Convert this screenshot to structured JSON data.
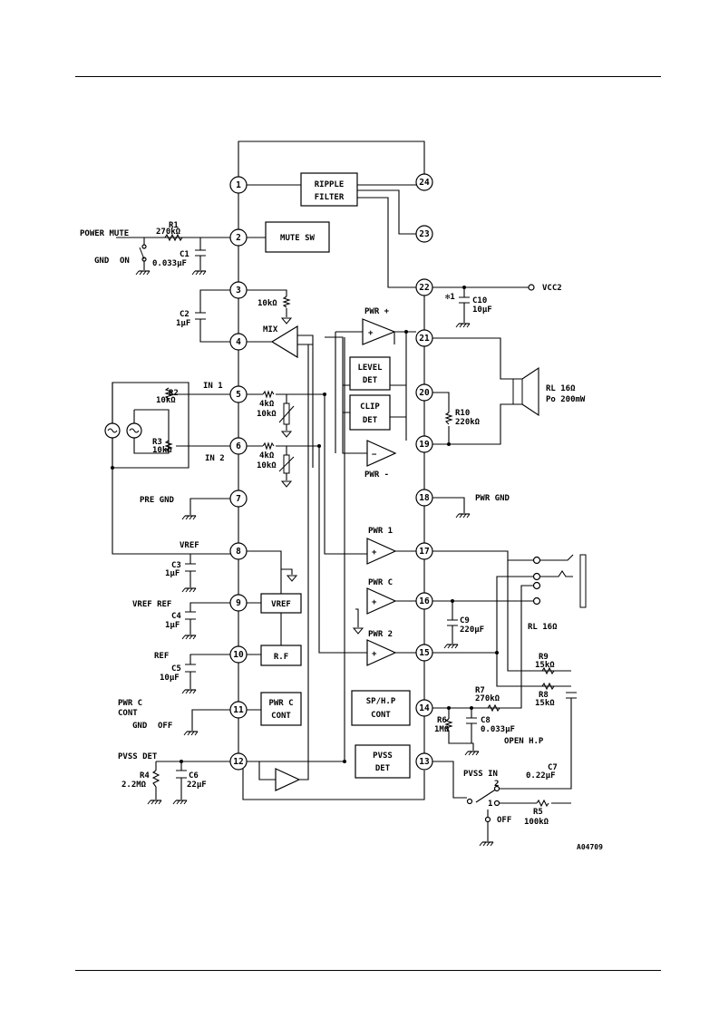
{
  "diagram": {
    "pins": [
      "1",
      "2",
      "3",
      "4",
      "5",
      "6",
      "7",
      "8",
      "9",
      "10",
      "11",
      "12",
      "13",
      "14",
      "15",
      "16",
      "17",
      "18",
      "19",
      "20",
      "21",
      "22",
      "23",
      "24"
    ],
    "blocks": {
      "ripple_filter": [
        "RIPPLE",
        "FILTER"
      ],
      "mute_sw": "MUTE SW",
      "level_det": [
        "LEVEL",
        "DET"
      ],
      "clip_det": [
        "CLIP",
        "DET"
      ],
      "vref": "VREF",
      "rf": "R.F",
      "pwr_c_cont": [
        "PWR C",
        "CONT"
      ],
      "sp_hp_cont": [
        "SP/H.P",
        "CONT"
      ],
      "pvss_det": [
        "PVSS",
        "DET"
      ]
    },
    "amp_labels": {
      "pwr_plus": "PWR +",
      "pwr_minus": "PWR -",
      "mix": "MIX",
      "pwr1": "PWR 1",
      "pwrc": "PWR C",
      "pwr2": "PWR 2"
    },
    "labels": {
      "power_mute": "POWER MUTE",
      "gnd": "GND",
      "on": "ON",
      "vcc2": "VCC2",
      "mark_x1": "✻1",
      "in1": "IN 1",
      "in2": "IN 2",
      "rl_top": "RL 16Ω",
      "po": "Po 200mW",
      "pre_gnd": "PRE GND",
      "pwr_gnd": "PWR GND",
      "vref_pin": "VREF",
      "vref_ref": "VREF REF",
      "ref": "REF",
      "pwr_c_cont_1": "PWR C",
      "pwr_c_cont_2": "CONT",
      "gnd_off_1": "GND",
      "gnd_off_2": "OFF",
      "rl_bottom": "RL 16Ω",
      "open_hp": "OPEN H.P",
      "pvss_det": "PVSS DET",
      "pvss_in": "PVSS IN",
      "sw_2": "2",
      "sw_1": "1",
      "off": "OFF",
      "figure_code": "A04709"
    },
    "components": {
      "r1": [
        "R1",
        "270kΩ"
      ],
      "c1": [
        "C1",
        "0.033μF"
      ],
      "c2": [
        "C2",
        "1μF"
      ],
      "r_3": "10kΩ",
      "r2": [
        "R2",
        "10kΩ"
      ],
      "r3": [
        "R3",
        "10kΩ"
      ],
      "r_in1": [
        "4kΩ",
        "10kΩ"
      ],
      "r_in2": [
        "4kΩ",
        "10kΩ"
      ],
      "c10": [
        "C10",
        "10μF"
      ],
      "r10": [
        "R10",
        "220kΩ"
      ],
      "c3": [
        "C3",
        "1μF"
      ],
      "c4": [
        "C4",
        "1μF"
      ],
      "c5": [
        "C5",
        "10μF"
      ],
      "c9": [
        "C9",
        "220μF"
      ],
      "r9": [
        "R9",
        "15kΩ"
      ],
      "r8": [
        "R8",
        "15kΩ"
      ],
      "r7": [
        "R7",
        "270kΩ"
      ],
      "r6": [
        "R6",
        "1MΩ"
      ],
      "c8": [
        "C8",
        "0.033μF"
      ],
      "r4": [
        "R4",
        "2.2MΩ"
      ],
      "c6": [
        "C6",
        "22μF"
      ],
      "c7": [
        "C7",
        "0.22μF"
      ],
      "r5": [
        "R5",
        "100kΩ"
      ]
    }
  }
}
